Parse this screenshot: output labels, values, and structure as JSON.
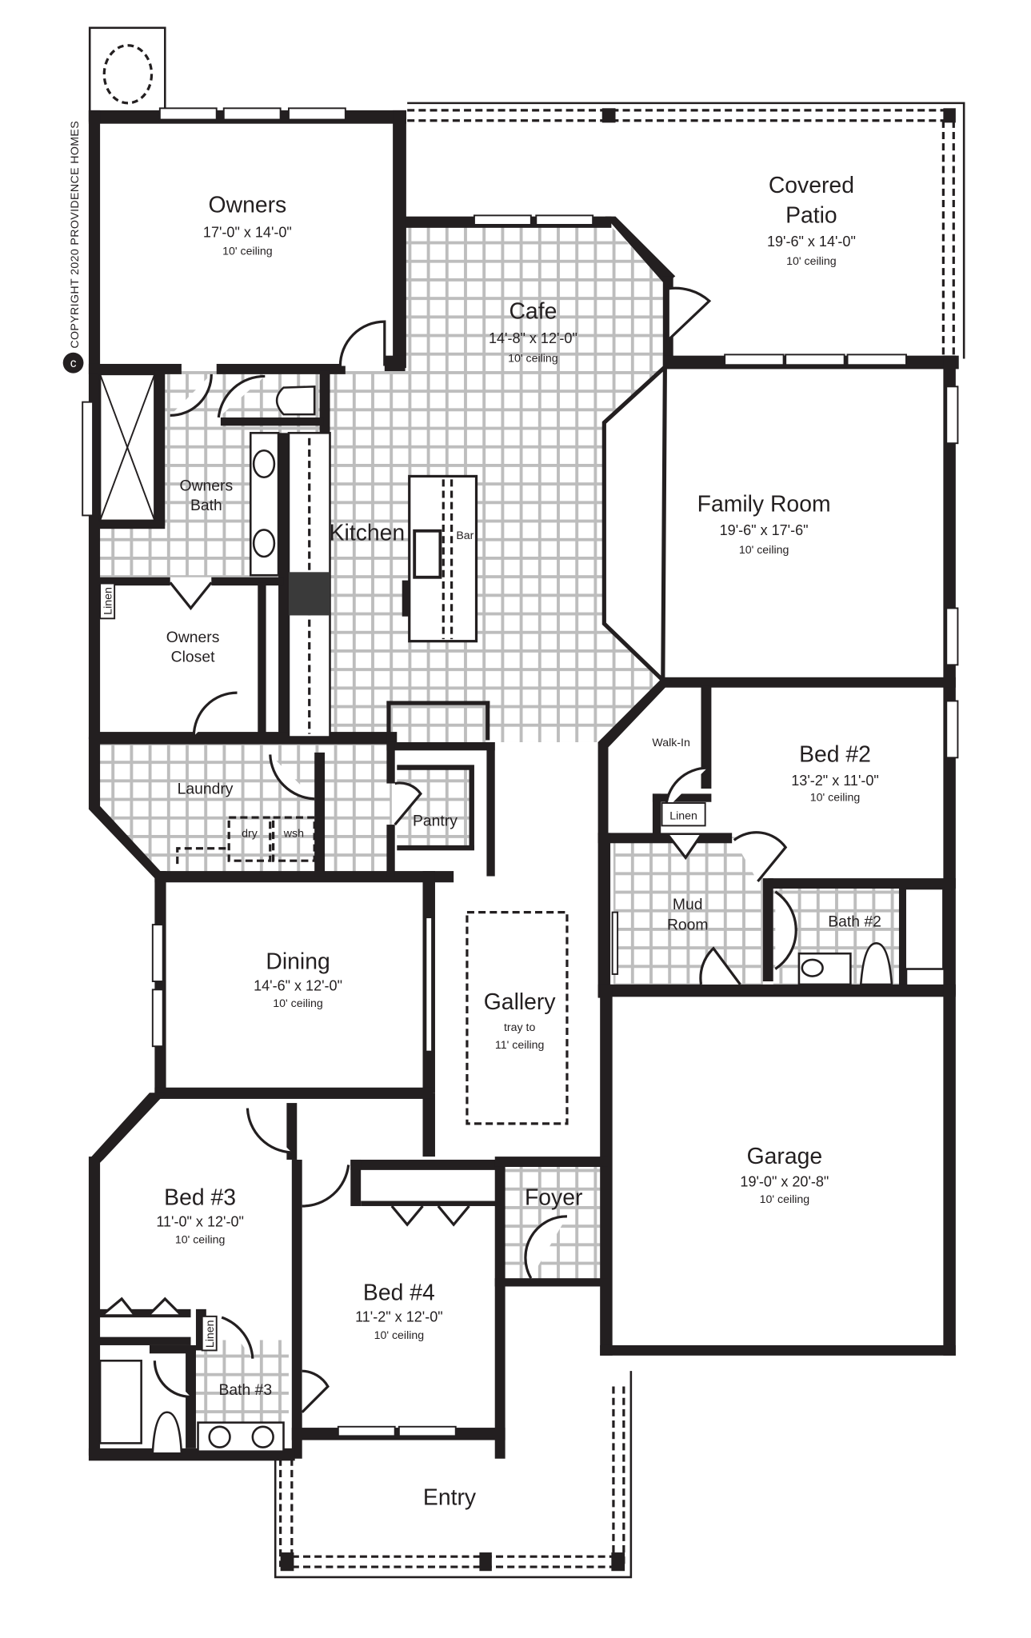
{
  "plan": {
    "copyright": "COPYRIGHT 2020 PROVIDENCE HOMES",
    "colors": {
      "wall": "#231f20",
      "tile_grid": "#bdbdbd",
      "background": "#ffffff"
    },
    "compass_icon": "dashed-circle-icon"
  },
  "rooms": {
    "owners": {
      "name": "Owners",
      "dims": "17'-0\" x 14'-0\"",
      "ceiling": "10' ceiling"
    },
    "covered_patio": {
      "name_line1": "Covered",
      "name_line2": "Patio",
      "dims": "19'-6\" x  14'-0\"",
      "ceiling": "10' ceiling"
    },
    "cafe": {
      "name": "Cafe",
      "dims": "14'-8\" x 12'-0\"",
      "ceiling": "10' ceiling"
    },
    "owners_bath": {
      "name_line1": "Owners",
      "name_line2": "Bath"
    },
    "kitchen": {
      "name": "Kitchen",
      "bar_label": "Bar"
    },
    "family_room": {
      "name": "Family Room",
      "dims": "19'-6\" x  17'-6\"",
      "ceiling": "10' ceiling"
    },
    "owners_closet": {
      "name_line1": "Owners",
      "name_line2": "Closet",
      "linen": "Linen"
    },
    "laundry": {
      "name": "Laundry",
      "dryer": "dry",
      "washer": "wsh"
    },
    "pantry": {
      "name": "Pantry"
    },
    "bed2": {
      "name": "Bed #2",
      "dims": "13'-2\" x 11'-0\"",
      "ceiling": "10' ceiling",
      "walk_in": "Walk-In",
      "linen": "Linen"
    },
    "mud_room": {
      "name_line1": "Mud",
      "name_line2": "Room"
    },
    "bath2": {
      "name": "Bath #2"
    },
    "dining": {
      "name": "Dining",
      "dims": "14'-6\" x 12'-0\"",
      "ceiling": "10' ceiling"
    },
    "gallery": {
      "name": "Gallery",
      "line1": "tray to",
      "line2": "11' ceiling"
    },
    "garage": {
      "name": "Garage",
      "dims": "19'-0\" x 20'-8\"",
      "ceiling": "10' ceiling"
    },
    "bed3": {
      "name": "Bed #3",
      "dims": "11'-0\" x 12'-0\"",
      "ceiling": "10' ceiling",
      "linen": "Linen"
    },
    "bed4": {
      "name": "Bed #4",
      "dims": "11'-2\" x 12'-0\"",
      "ceiling": "10' ceiling"
    },
    "foyer": {
      "name": "Foyer"
    },
    "bath3": {
      "name": "Bath #3"
    },
    "entry": {
      "name": "Entry"
    }
  }
}
